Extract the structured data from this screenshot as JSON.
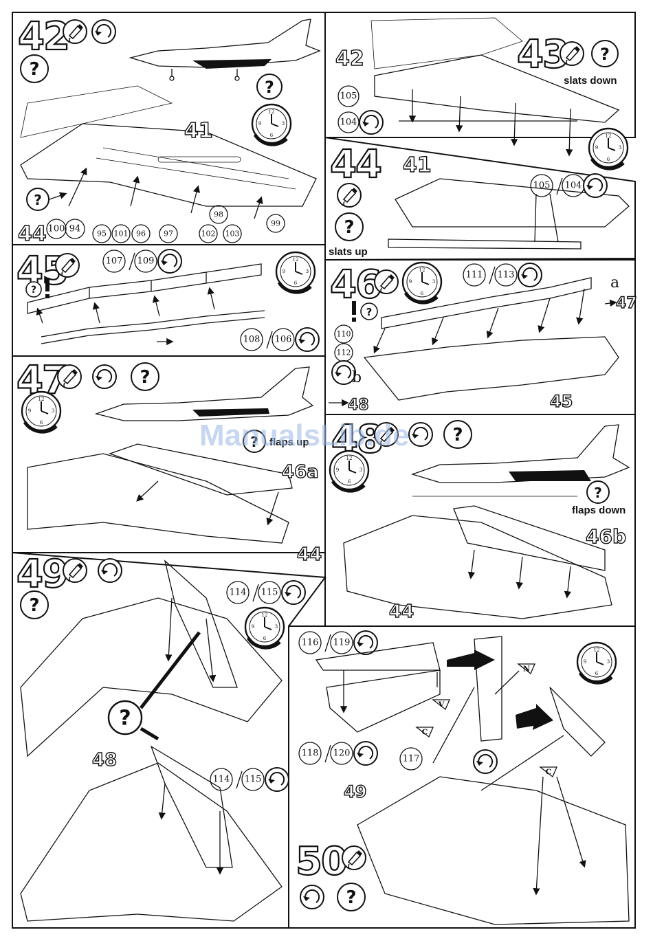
{
  "steps": {
    "s42": {
      "number": "42",
      "ref": "41",
      "ref_bottom": "44",
      "parts": [
        "100",
        "94",
        "95",
        "101",
        "96",
        "97",
        "98",
        "102",
        "103",
        "99"
      ]
    },
    "s43": {
      "number": "43",
      "ref": "42",
      "note": "slats down",
      "parts": [
        "105",
        "104"
      ]
    },
    "s44": {
      "number": "44",
      "ref": "41",
      "note": "slats up",
      "parts": [
        "105",
        "104"
      ]
    },
    "s45": {
      "number": "45",
      "parts": [
        "107",
        "109",
        "108",
        "106"
      ]
    },
    "s46": {
      "number": "46",
      "ref_a": "a",
      "ref_47": "47",
      "ref_b": "b",
      "ref_48": "48",
      "ref_45": "45",
      "parts": [
        "111",
        "113",
        "110",
        "112"
      ]
    },
    "s47": {
      "number": "47",
      "ref": "46a",
      "ref_bottom": "44",
      "note": "flaps up"
    },
    "s48": {
      "number": "48",
      "ref": "46b",
      "ref_bottom": "44",
      "note": "flaps down"
    },
    "s49": {
      "number": "49",
      "ref": "48",
      "parts": [
        "114",
        "115",
        "114",
        "115"
      ]
    },
    "s50": {
      "number": "50",
      "ref": "49",
      "parts": [
        "116",
        "119",
        "118",
        "120",
        "117"
      ],
      "labels": [
        "N",
        "V",
        "C",
        "C"
      ]
    }
  },
  "watermark": "ManualsLib.de",
  "icons": [
    "glue-icon",
    "rotate-icon",
    "question-icon",
    "clock-icon"
  ]
}
